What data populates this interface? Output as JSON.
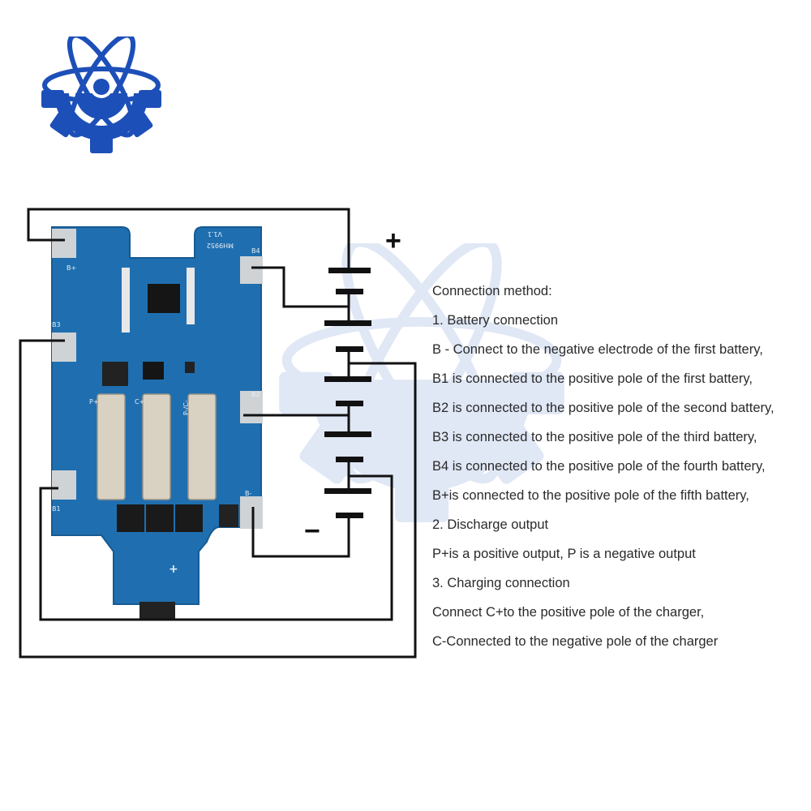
{
  "board": {
    "model_label": "MH9952",
    "version_label": "V1.1",
    "pads": {
      "b_plus": "B+",
      "b3": "B3",
      "b4": "B4",
      "b2": "B2",
      "b1": "B1",
      "b_minus": "B-"
    },
    "terminals": {
      "p_plus": "P+",
      "c_plus": "C+",
      "p_minus_c_minus": "P-/C-"
    },
    "plus_mark": "+"
  },
  "battery": {
    "cells": 5,
    "plus_sign": "+",
    "minus_sign": "−"
  },
  "notes": [
    "Connection method:",
    "1. Battery connection",
    "B - Connect to the negative electrode of the first battery,",
    "B1 is connected to the positive pole of the first battery,",
    "B2 is connected to the positive pole of the second battery,",
    "B3 is connected to the positive pole of the third battery,",
    "B4 is connected to the positive pole of the fourth battery,",
    "B+is connected to the positive pole of the fifth battery,",
    "2. Discharge output",
    "P+is a positive output, P is a negative output",
    "3. Charging connection",
    "Connect C+to the positive pole of the charger,",
    "C-Connected to the negative pole of the charger"
  ],
  "colors": {
    "logo_blue": "#1d4fb8",
    "pcb_blue": "#1f6fb0",
    "pad_silver": "#cfd3d6",
    "wire": "#111111"
  }
}
